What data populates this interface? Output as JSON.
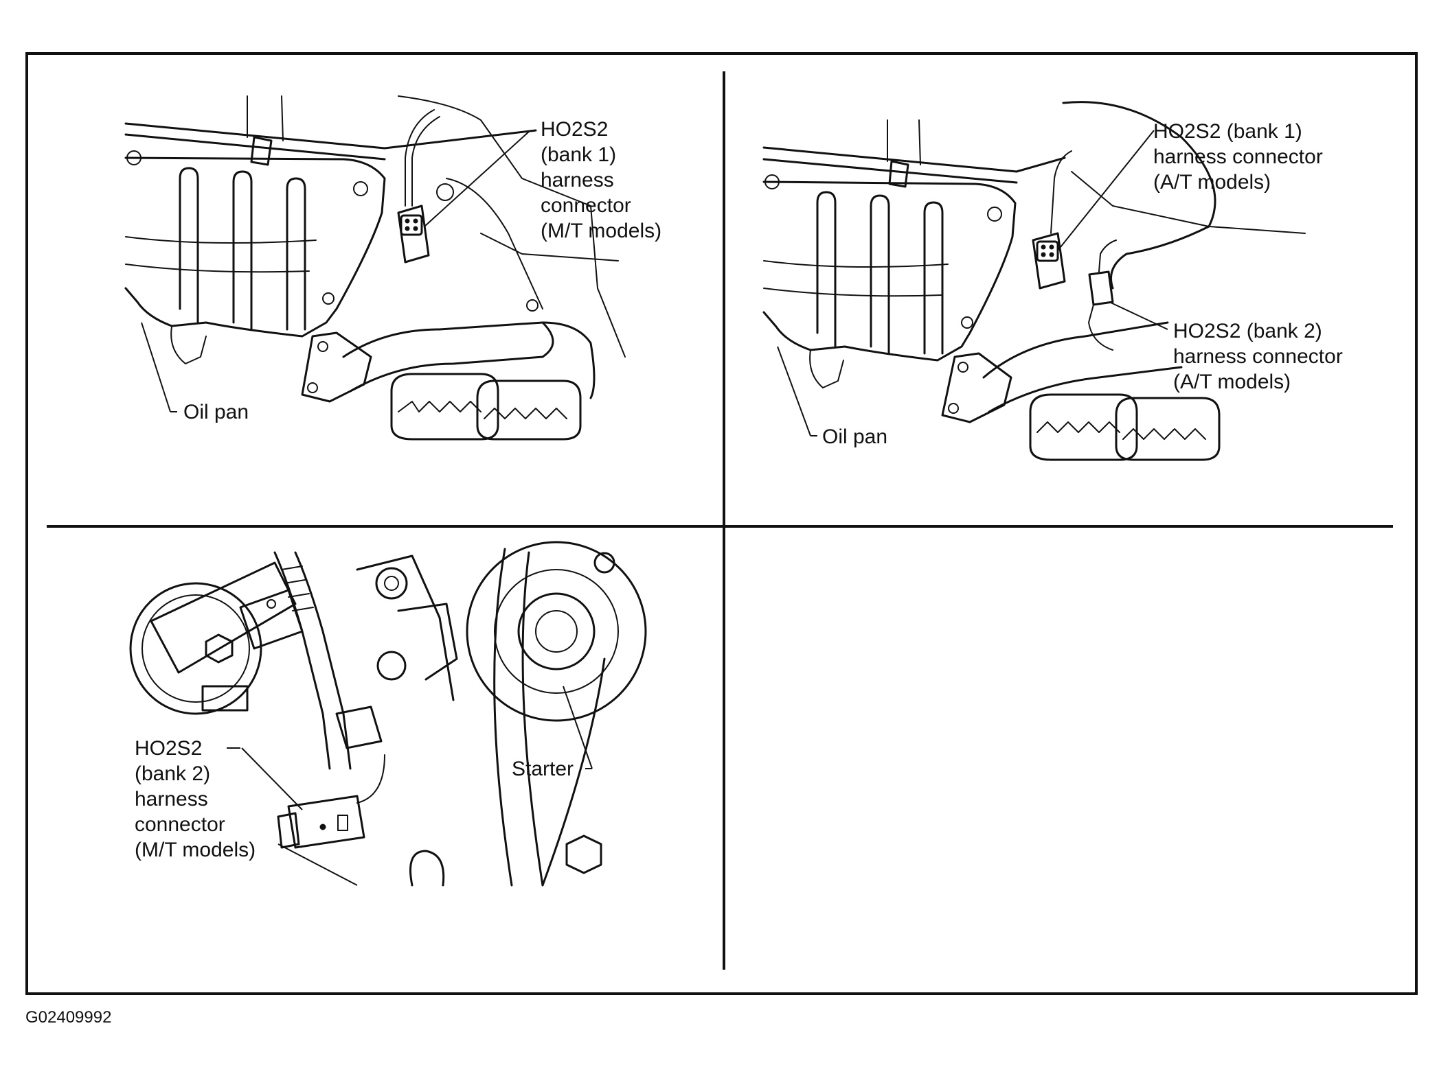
{
  "figure_id": "G02409992",
  "panels": {
    "top_left": {
      "connector_label": "HO2S2\n(bank 1)\nharness\nconnector\n(M/T models)",
      "oil_pan_label": "Oil pan"
    },
    "top_right": {
      "bank1_label": "HO2S2 (bank 1)\nharness connector\n(A/T models)",
      "bank2_label": "HO2S2 (bank 2)\nharness connector\n(A/T models)",
      "oil_pan_label": "Oil pan"
    },
    "bottom_left": {
      "connector_label": "HO2S2\n(bank 2)\nharness\nconnector\n(M/T models)",
      "starter_label": "Starter"
    }
  }
}
